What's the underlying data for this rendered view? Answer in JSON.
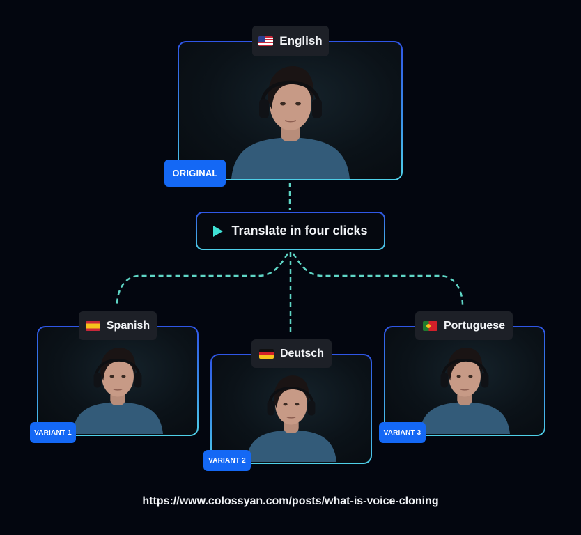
{
  "colors": {
    "background": "#03060f",
    "card_border_top": "#2f55e6",
    "card_border_bottom": "#4fd0e8",
    "badge": "#1468f5",
    "connector": "#5fd6c6",
    "play_icon": "#3fe0d4",
    "tag_bg": "#1d2027"
  },
  "original": {
    "language": "English",
    "flag": "us-flag",
    "badge": "ORIGINAL"
  },
  "action": {
    "icon": "play-icon",
    "label": "Translate in four clicks"
  },
  "variants": [
    {
      "language": "Spanish",
      "flag": "spain-flag",
      "badge": "VARIANT 1"
    },
    {
      "language": "Deutsch",
      "flag": "germany-flag",
      "badge": "VARIANT 2"
    },
    {
      "language": "Portuguese",
      "flag": "portugal-flag",
      "badge": "VARIANT 3"
    }
  ],
  "footer": {
    "url": "https://www.colossyan.com/posts/what-is-voice-cloning"
  }
}
